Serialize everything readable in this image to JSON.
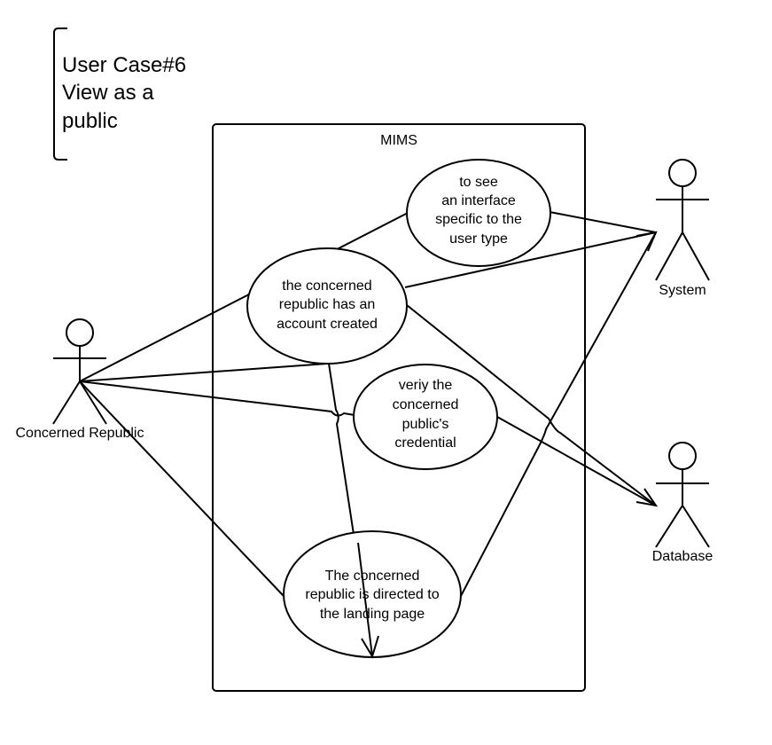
{
  "note": {
    "lines": [
      "User Case#6",
      "View as a",
      "public"
    ]
  },
  "system_boundary": {
    "title": "MIMS"
  },
  "actors": {
    "concerned_republic": "Concerned Republic",
    "system": "System",
    "database": "Database"
  },
  "use_cases": {
    "see_interface": [
      "to see",
      "an interface",
      "specific to the",
      "user type"
    ],
    "account_created": [
      "the concerned",
      "republic has an",
      "account created"
    ],
    "verify_credential": [
      "veriy the",
      "concerned",
      "public's",
      "credential"
    ],
    "landing_page": [
      "The concerned",
      "republic is directed to",
      "the landing page"
    ]
  }
}
